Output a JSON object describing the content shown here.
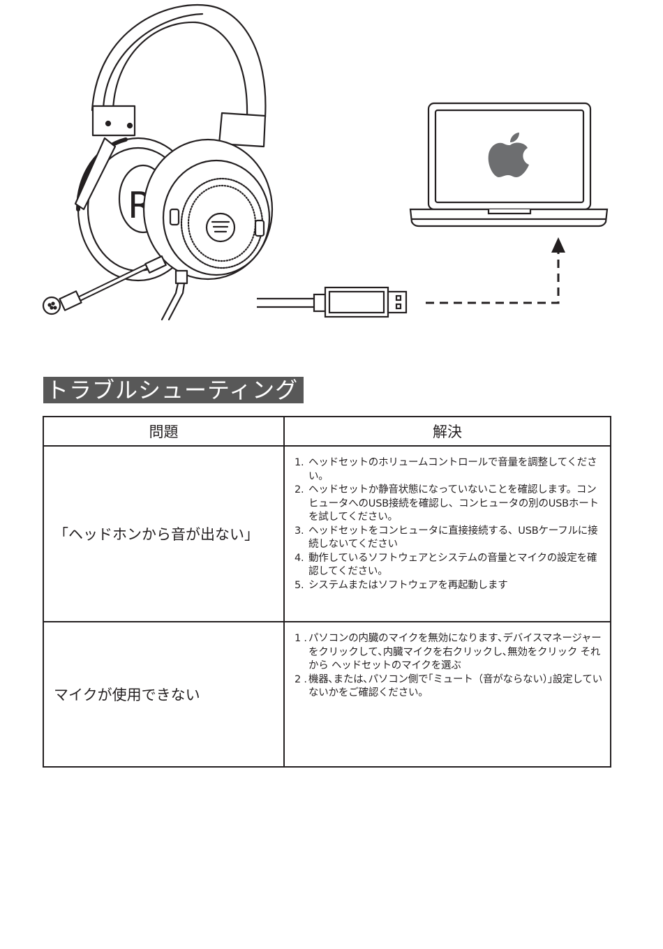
{
  "section_title": "トラブルシューティング",
  "illustration": {
    "headset_earcup_letter": "R",
    "laptop_logo_icon": "apple-logo-icon",
    "connector": "usb-plug-icon"
  },
  "table": {
    "headers": {
      "problem": "問題",
      "solution": "解決"
    },
    "rows": [
      {
        "problem": "「ヘッドホンから音が出ない」",
        "solutions": [
          {
            "num": "1.",
            "text": "ヘッドセットのホリュームコントロールで音量を調整してください。"
          },
          {
            "num": "2.",
            "text": "ヘッドセットか静音状態になっていないことを確認します。コンヒュータへのUSB接続を確認し、コンヒュータの別のUSBホートを試してください。"
          },
          {
            "num": "3.",
            "text": "ヘッドセットをコンヒュータに直接接続する、USBケーフルに接続しないてください"
          },
          {
            "num": "4.",
            "text": "動作しているソフトウェアとシステムの音量とマイクの設定を確認してください。"
          },
          {
            "num": "5.",
            "text": "システムまたはソフトウェアを再起動します"
          }
        ]
      },
      {
        "problem": "マイクが使用できない",
        "solutions": [
          {
            "num": "1 .",
            "text": "パソコンの内臓のマイクを無効になります､デバイスマネージャーをクリックして､内臓マイクを右クリックし､無効をクリック それから ヘッドセットのマイクを選ぶ"
          },
          {
            "num": "2 .",
            "text": "機器､または､パソコン側で｢ミュート（音がならない）｣設定していないかをご確認ください。"
          }
        ]
      }
    ]
  }
}
